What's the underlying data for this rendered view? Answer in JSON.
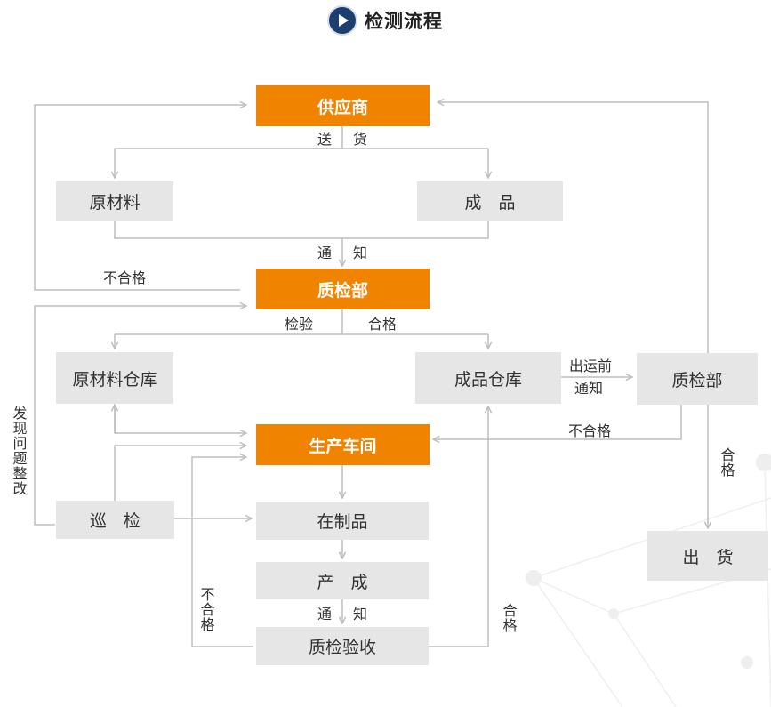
{
  "header": {
    "title": "检测流程",
    "icon": "play-circle-icon"
  },
  "nodes": {
    "supplier": "供应商",
    "raw_material": "原材料",
    "finished_product": "成　品",
    "qc_dept_1": "质检部",
    "raw_warehouse": "原材料仓库",
    "finished_warehouse": "成品仓库",
    "qc_dept_2": "质检部",
    "workshop": "生产车间",
    "patrol_inspection": "巡　检",
    "wip": "在制品",
    "output": "产　成",
    "qc_acceptance": "质检验收",
    "shipment": "出　货"
  },
  "labels": {
    "deliver_1": "送",
    "deliver_2": "货",
    "notify_1a": "通",
    "notify_1b": "知",
    "unqualified_top": "不合格",
    "inspect": "检验",
    "qualified_mid": "合格",
    "pre_ship_notify_1": "出运前",
    "pre_ship_notify_2": "通知",
    "unqualified_right": "不合格",
    "fix_issue": "发现问题整改",
    "qualified_ship": "合格",
    "unqualified_left": "不合格",
    "notify_2a": "通",
    "notify_2b": "知",
    "qualified_bottom": "合格"
  },
  "colors": {
    "highlight": "#f08300",
    "node": "#e6e6e6",
    "connector": "#bdbdbd",
    "header_icon": "#1d3f6e"
  }
}
